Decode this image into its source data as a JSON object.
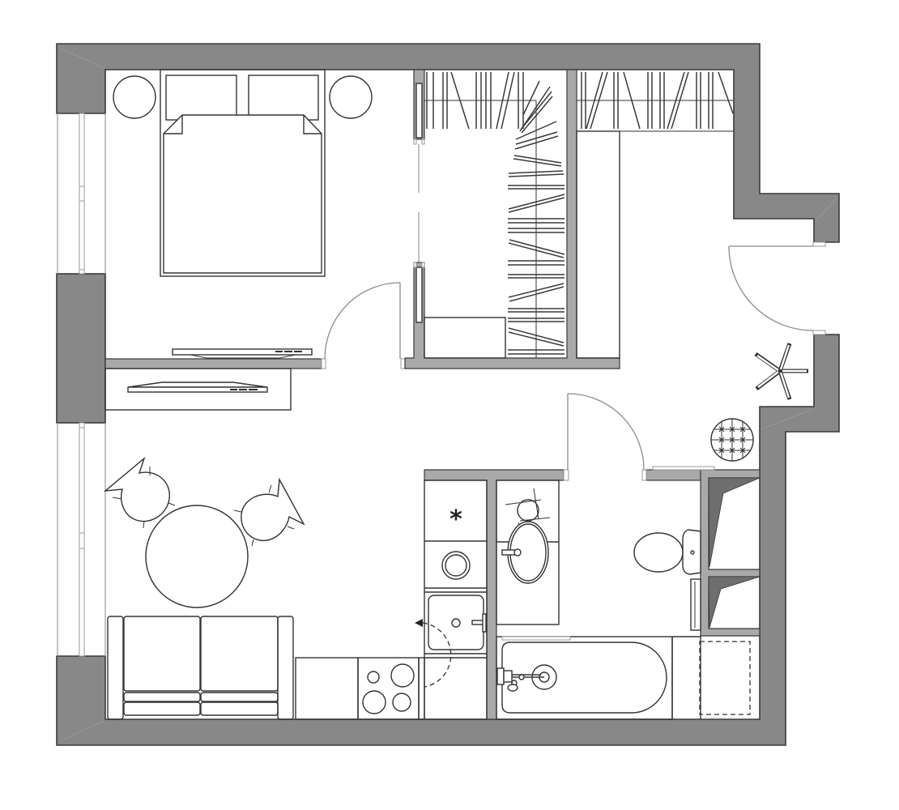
{
  "colors": {
    "background": "#ffffff",
    "outer_wall": "#888888",
    "partition": "#a9a9a9",
    "outline": "#3a3a3a",
    "shelf_shadow": "#6e6e6e",
    "line": "#333333",
    "window": "#9a9a9a"
  },
  "symbols": {
    "fridge_marker": "*"
  },
  "rooms": [
    {
      "id": "bedroom",
      "furniture": [
        "double-bed",
        "two-pillows",
        "two-round-nightstands",
        "wall-tv"
      ]
    },
    {
      "id": "walk-in-closet",
      "furniture": [
        "hanging-rails",
        "clothes-hangers",
        "bench"
      ]
    },
    {
      "id": "hall-wardrobe",
      "furniture": [
        "hanging-rail",
        "clothes-hangers",
        "tall-cabinet"
      ]
    },
    {
      "id": "living-kitchen",
      "furniture": [
        "tv-console",
        "tv",
        "round-dining-table",
        "two-chairs",
        "sofa",
        "worktop",
        "hob",
        "fridge",
        "washing-machine",
        "kitchen-sink"
      ]
    },
    {
      "id": "hallway",
      "furniture": [
        "entrance-door",
        "coat-stand",
        "round-rug",
        "shoe-shelf"
      ]
    },
    {
      "id": "bathroom",
      "furniture": [
        "washbasin-cabinet",
        "toilet",
        "towel-rail",
        "bathtub",
        "open-shelves",
        "laundry-basket"
      ]
    }
  ],
  "doors": [
    {
      "id": "bedroom-door",
      "swing": "into-bedroom"
    },
    {
      "id": "bathroom-door",
      "swing": "into-bathroom"
    },
    {
      "id": "entrance-door",
      "swing": "inward"
    }
  ],
  "windows": [
    {
      "id": "bedroom-window",
      "wall": "left"
    },
    {
      "id": "living-window",
      "wall": "left"
    }
  ]
}
